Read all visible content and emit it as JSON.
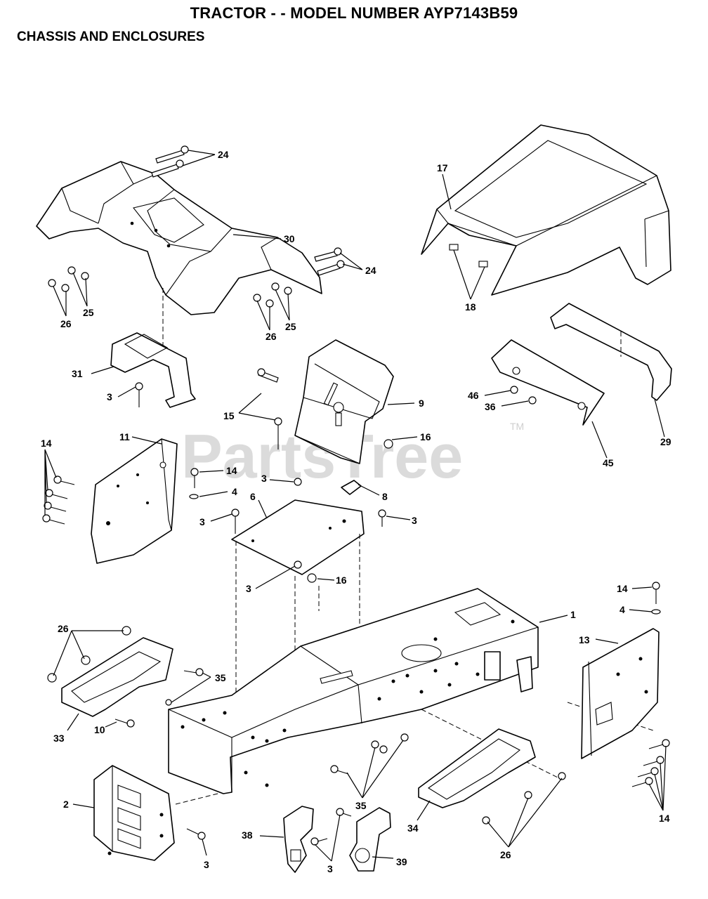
{
  "header": {
    "title": "TRACTOR - - MODEL NUMBER AYP7143B59",
    "subtitle": "CHASSIS AND ENCLOSURES"
  },
  "watermark": {
    "text": "PartsTree",
    "trademark": "TM"
  },
  "callouts": [
    {
      "id": "c24a",
      "text": "24"
    },
    {
      "id": "c30",
      "text": "30"
    },
    {
      "id": "c24b",
      "text": "24"
    },
    {
      "id": "c25a",
      "text": "25"
    },
    {
      "id": "c26a",
      "text": "26"
    },
    {
      "id": "c25b",
      "text": "25"
    },
    {
      "id": "c26b",
      "text": "26"
    },
    {
      "id": "c17",
      "text": "17"
    },
    {
      "id": "c18",
      "text": "18"
    },
    {
      "id": "c31",
      "text": "31"
    },
    {
      "id": "c3a",
      "text": "3"
    },
    {
      "id": "c15",
      "text": "15"
    },
    {
      "id": "c9",
      "text": "9"
    },
    {
      "id": "c16a",
      "text": "16"
    },
    {
      "id": "c46",
      "text": "46"
    },
    {
      "id": "c36",
      "text": "36"
    },
    {
      "id": "c45",
      "text": "45"
    },
    {
      "id": "c29",
      "text": "29"
    },
    {
      "id": "c14a",
      "text": "14"
    },
    {
      "id": "c11",
      "text": "11"
    },
    {
      "id": "c14b",
      "text": "14"
    },
    {
      "id": "c4a",
      "text": "4"
    },
    {
      "id": "c3b",
      "text": "3"
    },
    {
      "id": "c8",
      "text": "8"
    },
    {
      "id": "c6",
      "text": "6"
    },
    {
      "id": "c3c",
      "text": "3"
    },
    {
      "id": "c3d",
      "text": "3"
    },
    {
      "id": "c3e",
      "text": "3"
    },
    {
      "id": "c16b",
      "text": "16"
    },
    {
      "id": "c14c",
      "text": "14"
    },
    {
      "id": "c4b",
      "text": "4"
    },
    {
      "id": "c1",
      "text": "1"
    },
    {
      "id": "c13",
      "text": "13"
    },
    {
      "id": "c26c",
      "text": "26"
    },
    {
      "id": "c35a",
      "text": "35"
    },
    {
      "id": "c33",
      "text": "33"
    },
    {
      "id": "c10",
      "text": "10"
    },
    {
      "id": "c2",
      "text": "2"
    },
    {
      "id": "c3f",
      "text": "3"
    },
    {
      "id": "c35b",
      "text": "35"
    },
    {
      "id": "c38",
      "text": "38"
    },
    {
      "id": "c3g",
      "text": "3"
    },
    {
      "id": "c39",
      "text": "39"
    },
    {
      "id": "c34",
      "text": "34"
    },
    {
      "id": "c26d",
      "text": "26"
    },
    {
      "id": "c14d",
      "text": "14"
    }
  ]
}
